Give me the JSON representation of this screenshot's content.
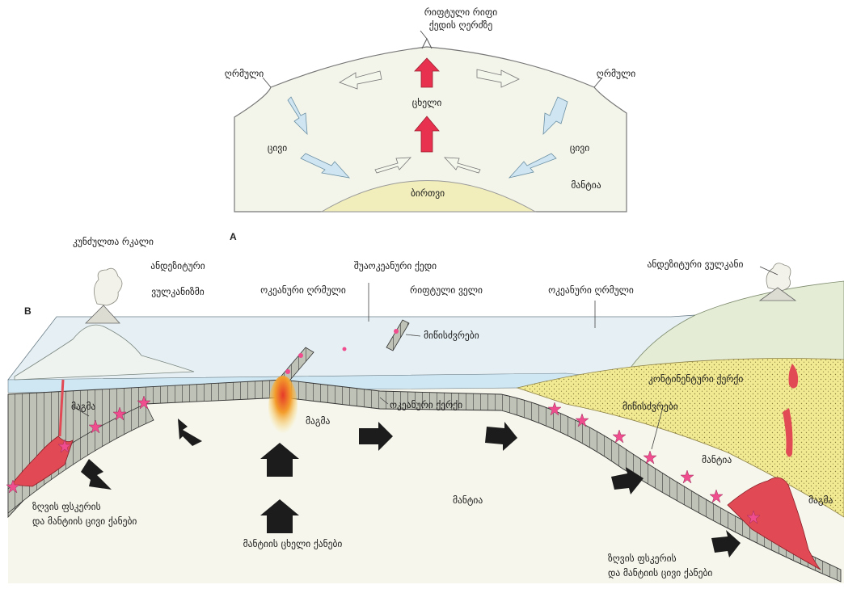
{
  "panels": {
    "a": "A",
    "b": "B"
  },
  "panel_a": {
    "ridge_line1": "რიფტული რიფი",
    "ridge_line2": "ქედის ღერძზე",
    "rise_left": "ღრმული",
    "rise_right": "ღრმული",
    "hot": "ცხელი",
    "cold_left": "ცივი",
    "cold_right": "ცივი",
    "core": "ბირთვი",
    "mantle": "მანტია"
  },
  "panel_b": {
    "volcanic_island": "კუნძულთა რკალი",
    "andesitic_volcanism_1": "ანდეზიტური",
    "andesitic_volcanism_2": "ვულკანიზმი",
    "oceanic_trench_left": "ოკეანური ღრმული",
    "midocean_ridge": "შუაოკეანური ქედი",
    "rift_valley": "რიფტული ველი",
    "oceanic_trench_right": "ოკეანური ღრმული",
    "andesitic_volcanoes": "ანდეზიტური ვულკანი",
    "earthquakes_top": "მიწისძვრები",
    "magma_left": "მაგმა",
    "magma_center": "მაგმა",
    "oceanic_crust": "ოკეანური ქერქი",
    "continental_crust": "კონტინენტური ქერქი",
    "earthquakes_right": "მიწისძვრები",
    "mantle_right": "მანტია",
    "mantle_center": "მანტია",
    "magma_right": "მაგმა",
    "cold_sink_left_1": "ზღვის ფსკერის",
    "cold_sink_left_2": "და მანტიის ცივი ქანები",
    "hot_rise_1": "მანტიის ცხელი ქანები",
    "cold_sink_right_1": "ზღვის ფსკერის",
    "cold_sink_right_2": "და მანტიის ცივი ქანები"
  },
  "colors": {
    "hot_arrow": "#e8304f",
    "cold_arrow": "#cfe6f2",
    "warm_arrow": "#f4f7ec",
    "core": "#f1eebb",
    "mantle": "#f3f5ea",
    "ocean": "#cfe7f3",
    "continental_crust": "#f2ea93",
    "magma": "#e14a55",
    "quake_star": "#f04d8e",
    "dark_arrow": "#1c1c1c"
  }
}
